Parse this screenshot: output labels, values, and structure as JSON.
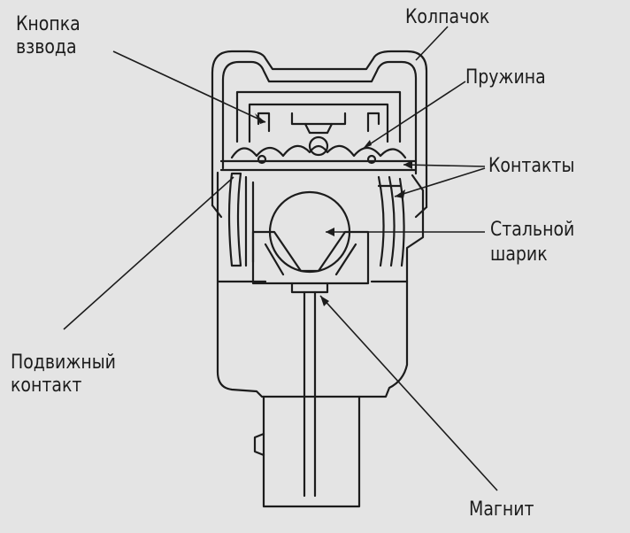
{
  "labels": {
    "cocking_button": [
      "Кнопка",
      "взвода"
    ],
    "cap": "Колпачок",
    "spring": "Пружина",
    "contacts": "Контакты",
    "steel_ball": [
      "Стальной",
      "шарик"
    ],
    "movable_contact": [
      "Подвижный",
      "контакт"
    ],
    "magnet": "Магнит"
  },
  "colors": {
    "background": "#e4e4e4",
    "ink": "#1c1c1c"
  }
}
